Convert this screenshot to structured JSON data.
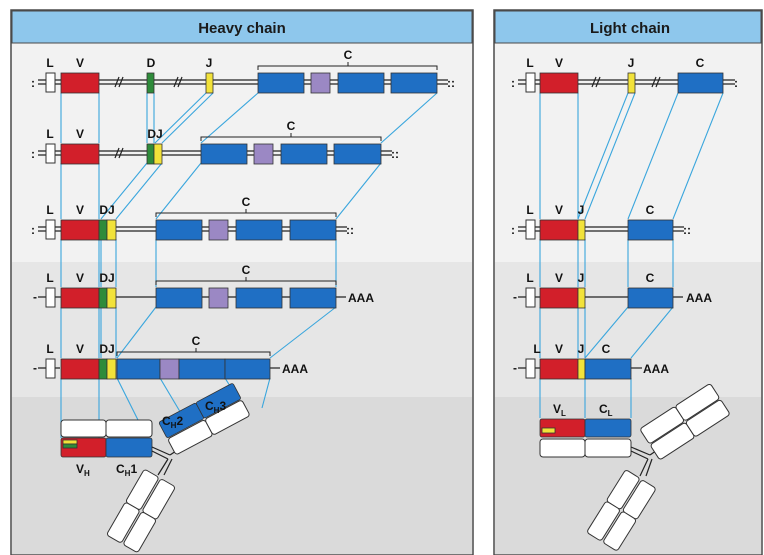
{
  "panels": {
    "heavy": {
      "title": "Heavy chain"
    },
    "light": {
      "title": "Light chain"
    }
  },
  "labels": {
    "L": "L",
    "V": "V",
    "D": "D",
    "J": "J",
    "DJ": "DJ",
    "C": "C",
    "polyA": "AAA",
    "VH_main": "V",
    "VH_sub": "H",
    "CH1_main": "C",
    "CH1_sub": "H",
    "CH1_num": "1",
    "CH2_main": "C",
    "CH2_sub": "H",
    "CH2_num": "2",
    "CH3_main": "C",
    "CH3_sub": "H",
    "CH3_num": "3",
    "VL_main": "V",
    "VL_sub": "L",
    "CL_main": "C",
    "CL_sub": "L"
  },
  "colors": {
    "V_segment": "#d21f2a",
    "D_segment": "#2e8b3a",
    "J_segment": "#f2e23a",
    "C_exon": "#1f6fc4",
    "hinge_exon": "#9b88c4",
    "connector": "#3aa6dd",
    "panel_header": "#8ec7ec"
  }
}
